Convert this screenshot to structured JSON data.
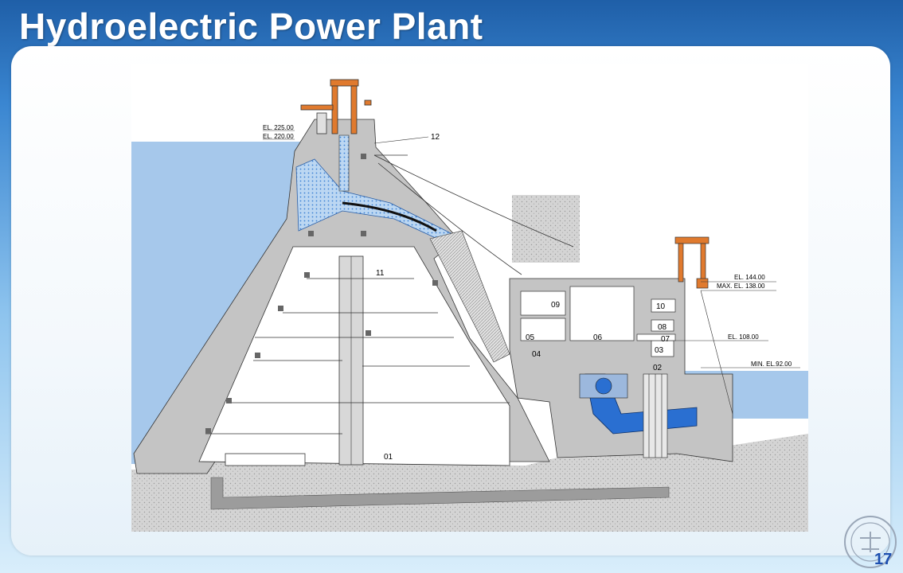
{
  "slide": {
    "title": "Hydroelectric Power Plant",
    "page_number": "17"
  },
  "diagram": {
    "elevations": {
      "el_225": "EL. 225.00",
      "el_220": "EL. 220.00",
      "el_144": "EL. 144.00",
      "max_138": "MAX. EL. 138.00",
      "el_108": "EL. 108.00",
      "min_92": "MIN. EL.92.00"
    },
    "markers": {
      "m01": "01",
      "m02": "02",
      "m03": "03",
      "m04": "04",
      "m05": "05",
      "m06": "06",
      "m07": "07",
      "m08": "08",
      "m09": "09",
      "m10": "10",
      "m11": "11",
      "m12": "12"
    }
  },
  "colors": {
    "water": "#a6c8eb",
    "concrete": "#c8c8c8",
    "crane": "#e07a2e",
    "penstock": "#2a6fd1",
    "title": "#ffffff",
    "page_number": "#1d4fb0"
  },
  "icons": {
    "seal": "university-seal-icon"
  }
}
